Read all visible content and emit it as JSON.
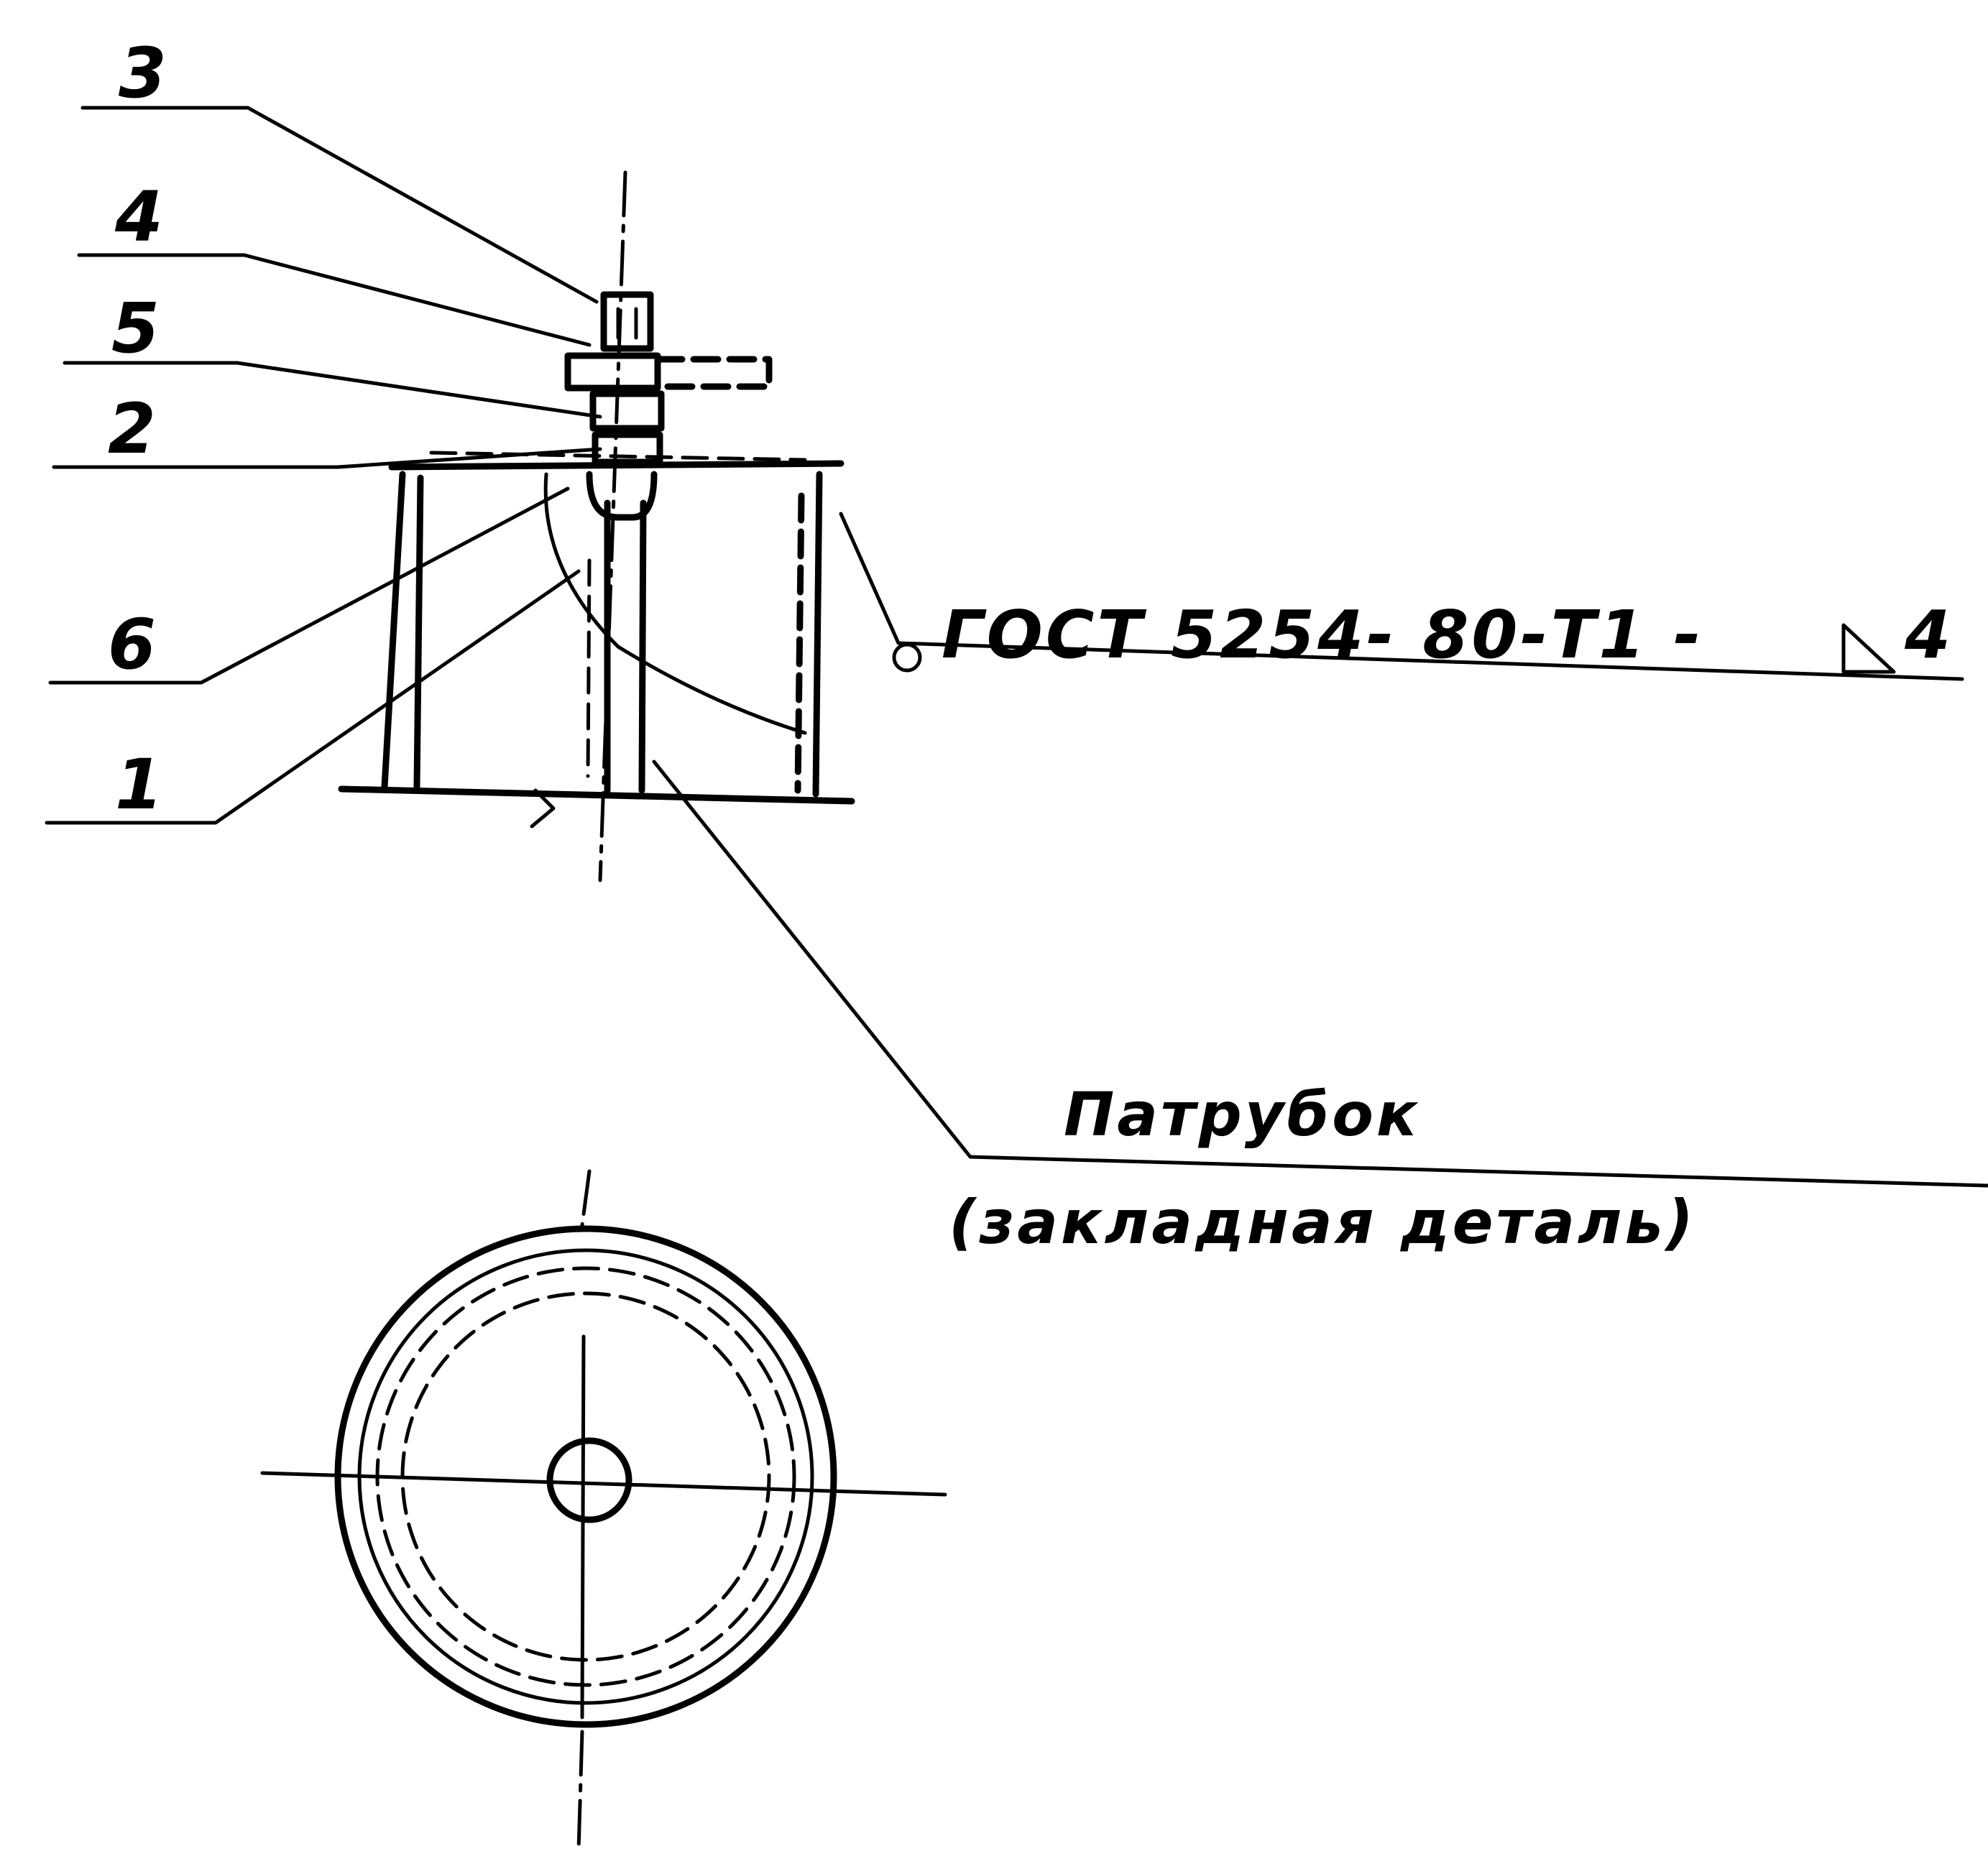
{
  "labels": {
    "item3": "3",
    "item4": "4",
    "item5": "5",
    "item2": "2",
    "item6": "6",
    "item1": "1"
  },
  "weld_note": {
    "standard": "ГОСТ 5254- 80-Т1 -",
    "leg": "4"
  },
  "part_note": {
    "line1": "Патрубок",
    "line2": "(закладная деталь)"
  }
}
